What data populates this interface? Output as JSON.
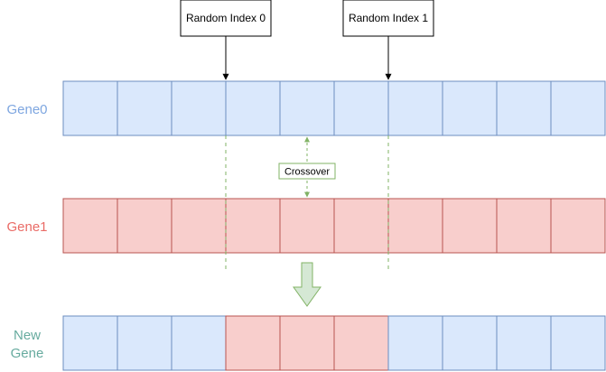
{
  "labels": {
    "random_index_0": "Random Index 0",
    "random_index_1": "Random Index 1",
    "gene0": "Gene0",
    "gene1": "Gene1",
    "new_gene_line1": "New",
    "new_gene_line2": "Gene",
    "crossover": "Crossover"
  },
  "colors": {
    "blue_fill": "#dae8fc",
    "blue_stroke": "#6c8ebf",
    "red_fill": "#f8cecc",
    "red_stroke": "#b85450",
    "green": "#82b366",
    "green_fill": "#d5e8d4",
    "gene0_text": "#7ea6e0",
    "gene1_text": "#ea6b66",
    "new_gene_text": "#67ab9f"
  },
  "genes": {
    "cell_count": 10,
    "crossover_start": 3,
    "crossover_end": 6,
    "gene0_cells": [
      "blue",
      "blue",
      "blue",
      "blue",
      "blue",
      "blue",
      "blue",
      "blue",
      "blue",
      "blue"
    ],
    "gene1_cells": [
      "red",
      "red",
      "red",
      "red",
      "red",
      "red",
      "red",
      "red",
      "red",
      "red"
    ],
    "new_gene_cells": [
      "blue",
      "blue",
      "blue",
      "red",
      "red",
      "red",
      "blue",
      "blue",
      "blue",
      "blue"
    ]
  }
}
